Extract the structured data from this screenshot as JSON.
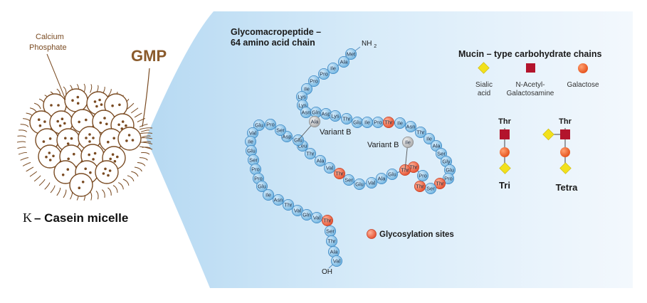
{
  "micelle": {
    "calcium_phosphate_label": [
      "Calcium",
      "Phosphate"
    ],
    "gmp_label": "GMP",
    "caption_symbol": "K",
    "caption_text": "– Casein micelle"
  },
  "peptide": {
    "title": [
      "Glycomacropeptide –",
      "64 amino acid chain"
    ],
    "n_terminus": "NH2",
    "c_terminus": "OH",
    "variant_label": "Variant B",
    "variant_residues": [
      "Ala",
      "Ile"
    ],
    "residues": [
      "Met",
      "Ala",
      "Ile",
      "Pro",
      "Pro",
      "Ile",
      "Lys",
      "Lys",
      "Asn",
      "Gln",
      "Asp",
      "Lys",
      "Thr",
      "Glu",
      "Ile",
      "Pro",
      "Thr",
      "Ile",
      "Asn",
      "Thr",
      "Ile",
      "Ala",
      "Ser",
      "Gly",
      "Glu",
      "Pro",
      "Thr",
      "Ser",
      "Thr",
      "Pro",
      "Thr",
      "Thr",
      "Glu",
      "Ala",
      "Val",
      "Glu",
      "Ser",
      "Thr",
      "Val",
      "Ala",
      "Thr",
      "Leu",
      "Glu",
      "Asp",
      "Ser",
      "Pro",
      "Glu",
      "Val",
      "Ile",
      "Glu",
      "Ser",
      "Pro",
      "Pro",
      "Glu",
      "Ile",
      "Asn",
      "Thr",
      "Val",
      "Gln",
      "Val",
      "Thr",
      "Ser",
      "Thr",
      "Ala",
      "Val"
    ],
    "glycosylated_threonines": [
      16,
      26,
      28,
      30,
      31,
      37,
      60
    ],
    "legend_glycosylation": "Glycosylation sites"
  },
  "carbohydrates": {
    "title": "Mucin – type carbohydrate chains",
    "legend": [
      {
        "label": [
          "Sialic",
          "acid"
        ],
        "shape": "diamond",
        "color": "#f2e11c"
      },
      {
        "label": [
          "N-Acetyl-",
          "Galactosamine"
        ],
        "shape": "square",
        "color": "#b3142c"
      },
      {
        "label": [
          "Galactose"
        ],
        "shape": "circle",
        "color": "#ef5a24"
      }
    ],
    "structures": [
      {
        "anchor": "Thr",
        "name": "Tri"
      },
      {
        "anchor": "Thr",
        "name": "Tetra"
      }
    ]
  },
  "colors": {
    "residue_fill": "#8cc8ec",
    "residue_stroke": "#3c87c3",
    "glyco_fill": "#ef6a4f",
    "variant_fill": "#c8c8c8",
    "micelle_brown": "#7a4b22",
    "panel_blue": "#c9e3f6"
  }
}
